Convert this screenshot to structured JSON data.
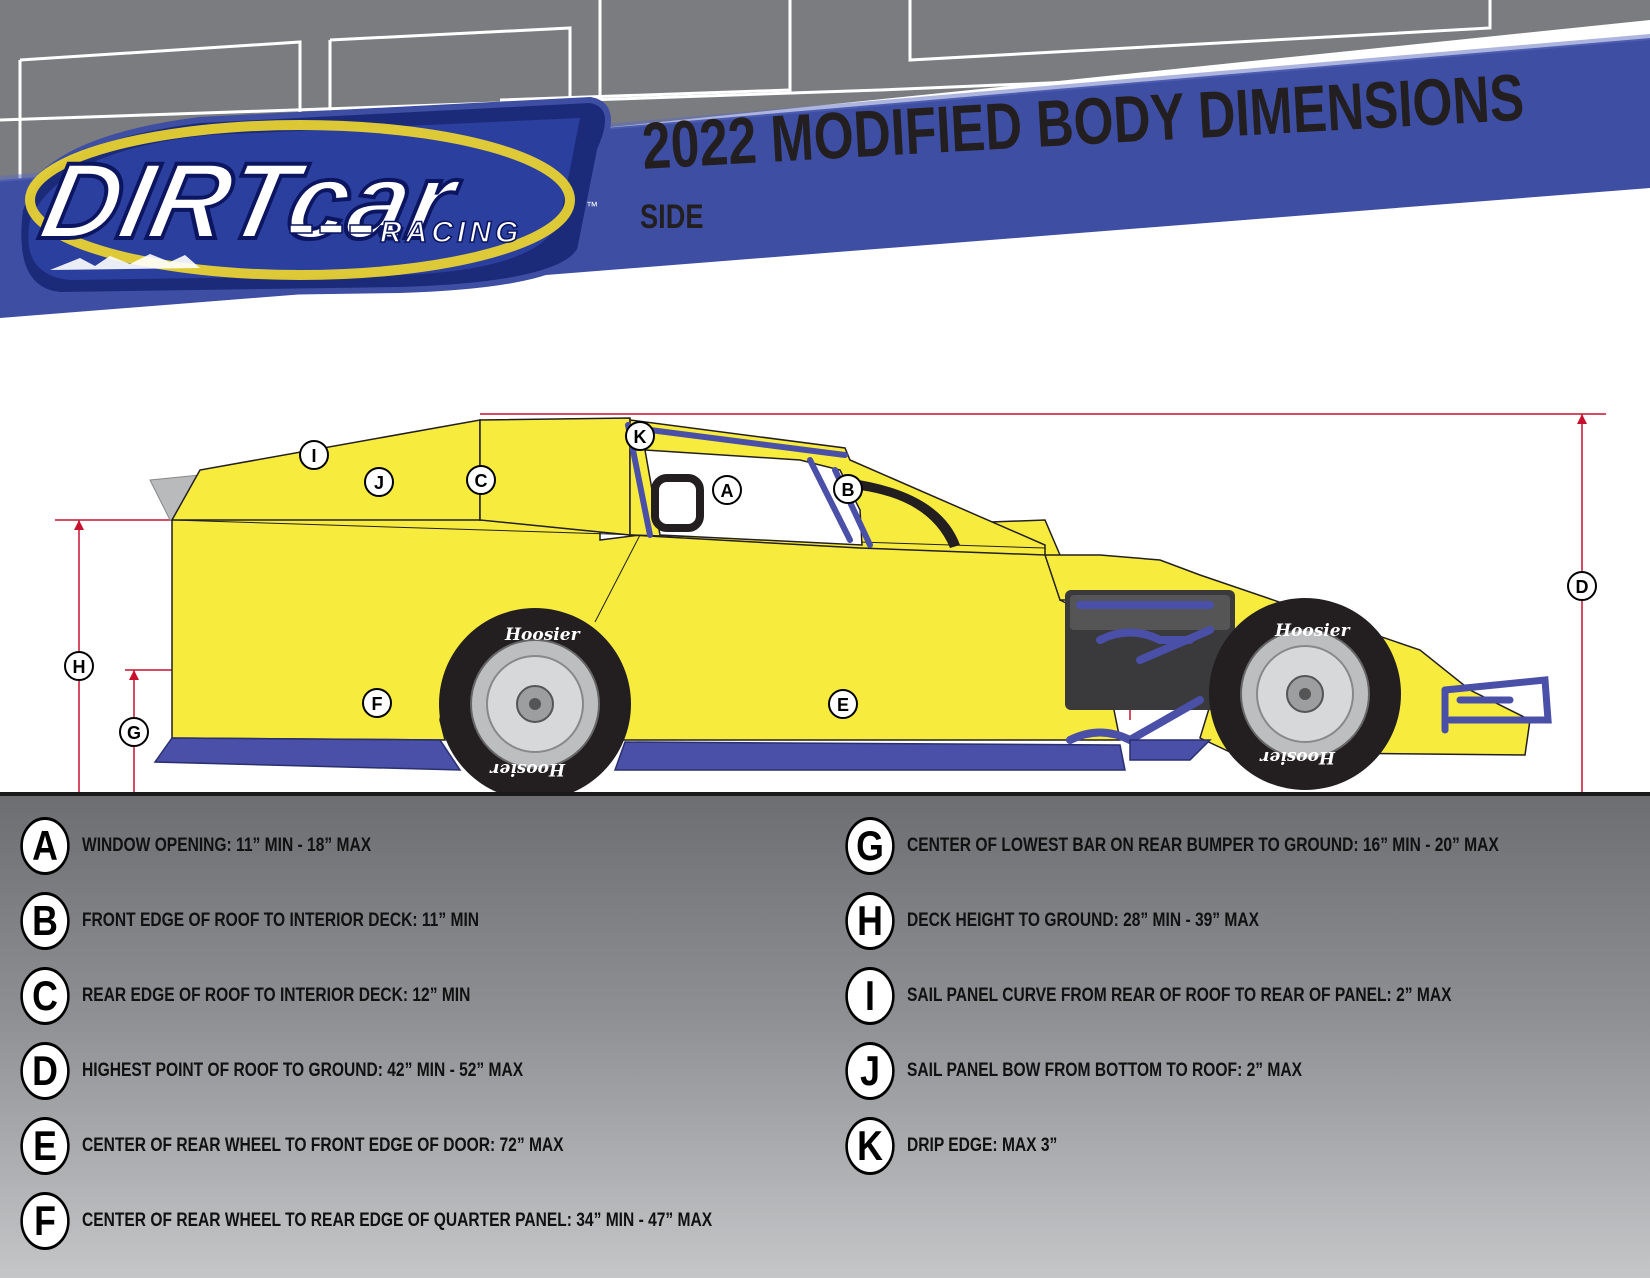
{
  "header": {
    "logo": {
      "text_main": "DIRTcar",
      "text_sub": "RACING",
      "trademark": "™"
    },
    "title": "2022 MODIFIED BODY DIMENSIONS",
    "subtitle": "SIDE"
  },
  "diagram": {
    "callouts": [
      "A",
      "B",
      "C",
      "D",
      "E",
      "F",
      "G",
      "H",
      "I",
      "J",
      "K"
    ],
    "tire_brand": "Hoosier",
    "colors": {
      "body": "#f7ec3e",
      "trim": "#4a4fa8",
      "dimension_line": "#c8102e",
      "header_band": "#3d4ea3"
    }
  },
  "legend": {
    "left": [
      {
        "letter": "A",
        "text": "WINDOW OPENING: 11” MIN - 18” MAX"
      },
      {
        "letter": "B",
        "text": "FRONT EDGE OF ROOF TO INTERIOR DECK: 11” MIN"
      },
      {
        "letter": "C",
        "text": "REAR EDGE OF ROOF TO INTERIOR DECK: 12” MIN"
      },
      {
        "letter": "D",
        "text": "HIGHEST POINT OF ROOF TO GROUND: 42” MIN - 52” MAX"
      },
      {
        "letter": "E",
        "text": "CENTER OF REAR WHEEL TO FRONT EDGE OF DOOR: 72” MAX"
      },
      {
        "letter": "F",
        "text": "CENTER OF REAR WHEEL TO REAR EDGE OF QUARTER PANEL: 34” MIN - 47” MAX"
      }
    ],
    "right": [
      {
        "letter": "G",
        "text": "CENTER OF LOWEST BAR ON REAR BUMPER TO GROUND: 16” MIN - 20” MAX"
      },
      {
        "letter": "H",
        "text": "DECK HEIGHT TO GROUND: 28” MIN - 39” MAX"
      },
      {
        "letter": "I",
        "text": "SAIL PANEL CURVE FROM REAR OF ROOF TO REAR OF PANEL: 2” MAX"
      },
      {
        "letter": "J",
        "text": "SAIL PANEL BOW FROM BOTTOM TO ROOF: 2” MAX"
      },
      {
        "letter": "K",
        "text": "DRIP EDGE: MAX 3”"
      }
    ]
  }
}
